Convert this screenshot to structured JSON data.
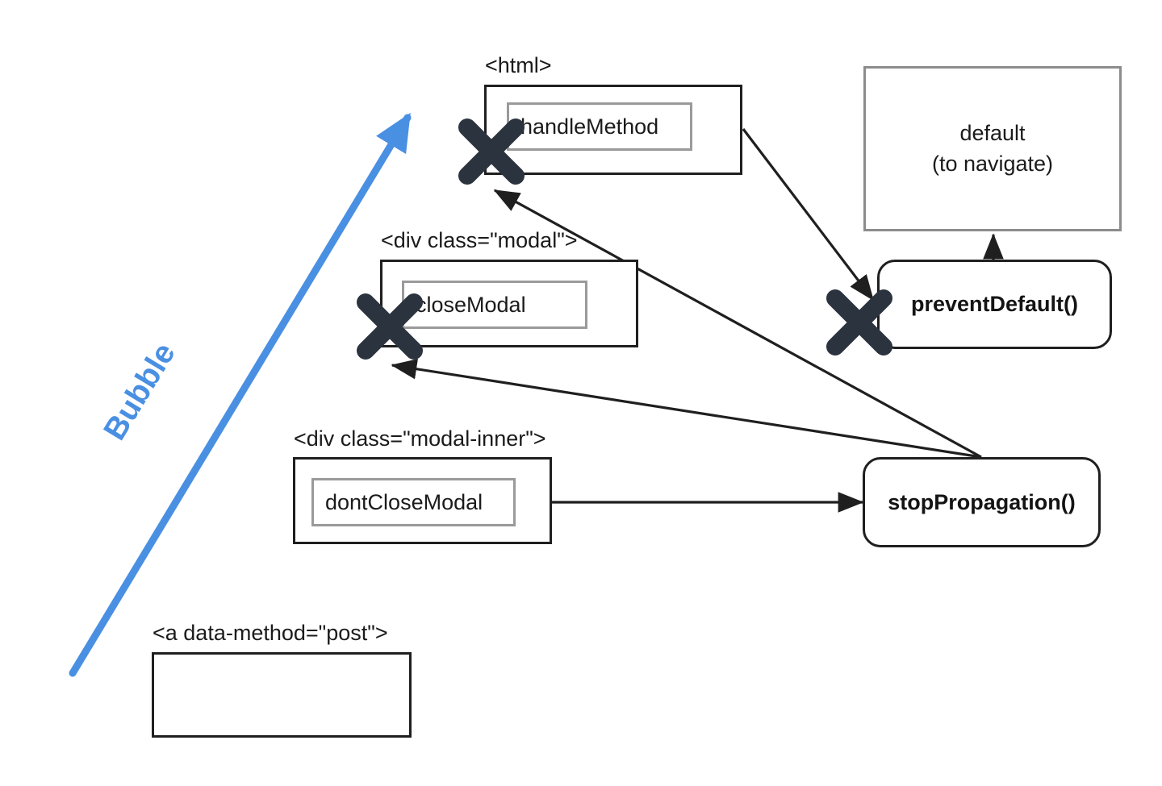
{
  "diagram": {
    "title": "Event bubbling, stopPropagation and preventDefault diagram",
    "colors": {
      "accent_blue": "#4a90e2",
      "x_mark": "#2b333e",
      "line_black": "#1f1f1f",
      "line_gray": "#8c8c8c",
      "background": "#ffffff"
    },
    "bubble_label": "Bubble",
    "nodes": {
      "html": {
        "tag_label": "<html>",
        "handler_label": "handleMethod",
        "blocked": true
      },
      "modal": {
        "tag_label": "<div class=\"modal\">",
        "handler_label": "closeModal",
        "blocked": true
      },
      "modal_inner": {
        "tag_label": "<div class=\"modal-inner\">",
        "handler_label": "dontCloseModal",
        "blocked": false
      },
      "anchor": {
        "tag_label": "<a data-method=\"post\">",
        "handler_label": "",
        "blocked": false
      },
      "default_action": {
        "line1": "default",
        "line2": "(to navigate)"
      },
      "prevent_default": {
        "label": "preventDefault()",
        "blocked": true
      },
      "stop_propagation": {
        "label": "stopPropagation()",
        "blocked": false
      }
    },
    "icons": {
      "x_mark": "x-mark-icon",
      "arrow": "arrow-icon"
    }
  }
}
